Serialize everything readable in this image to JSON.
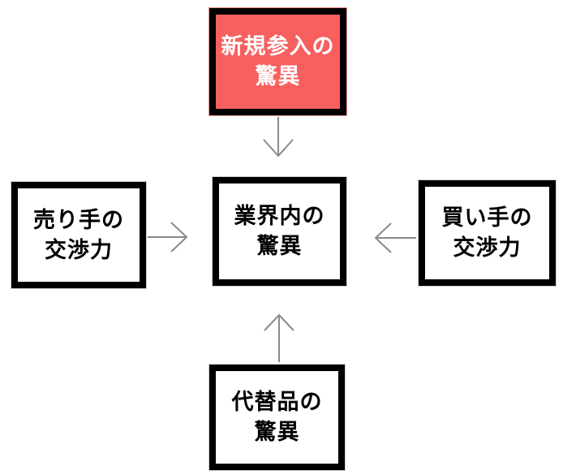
{
  "diagram": {
    "type": "five-forces",
    "boxes": {
      "top": {
        "line1": "新規参入の",
        "line2": "驚異",
        "fill": "#F85F5F",
        "text_color": "#FFFFFF",
        "highlighted": true
      },
      "left": {
        "line1": "売り手の",
        "line2": "交渉力",
        "fill": "#FFFFFF",
        "text_color": "#000000",
        "highlighted": false
      },
      "center": {
        "line1": "業界内の",
        "line2": "驚異",
        "fill": "#FFFFFF",
        "text_color": "#000000",
        "highlighted": false
      },
      "right": {
        "line1": "買い手の",
        "line2": "交渉力",
        "fill": "#FFFFFF",
        "text_color": "#000000",
        "highlighted": false
      },
      "bottom": {
        "line1": "代替品の",
        "line2": "驚異",
        "fill": "#FFFFFF",
        "text_color": "#000000",
        "highlighted": false
      }
    },
    "arrows": [
      {
        "id": "top-to-center",
        "from": "top",
        "to": "center",
        "direction": "down"
      },
      {
        "id": "left-to-center",
        "from": "left",
        "to": "center",
        "direction": "right"
      },
      {
        "id": "right-to-center",
        "from": "right",
        "to": "center",
        "direction": "left"
      },
      {
        "id": "bottom-to-center",
        "from": "bottom",
        "to": "center",
        "direction": "up"
      }
    ],
    "colors": {
      "box_border": "#000000",
      "highlight_fill": "#F85F5F",
      "highlight_text": "#FFFFFF",
      "arrow": "#8A8A8A",
      "background": "#FFFFFF"
    }
  }
}
